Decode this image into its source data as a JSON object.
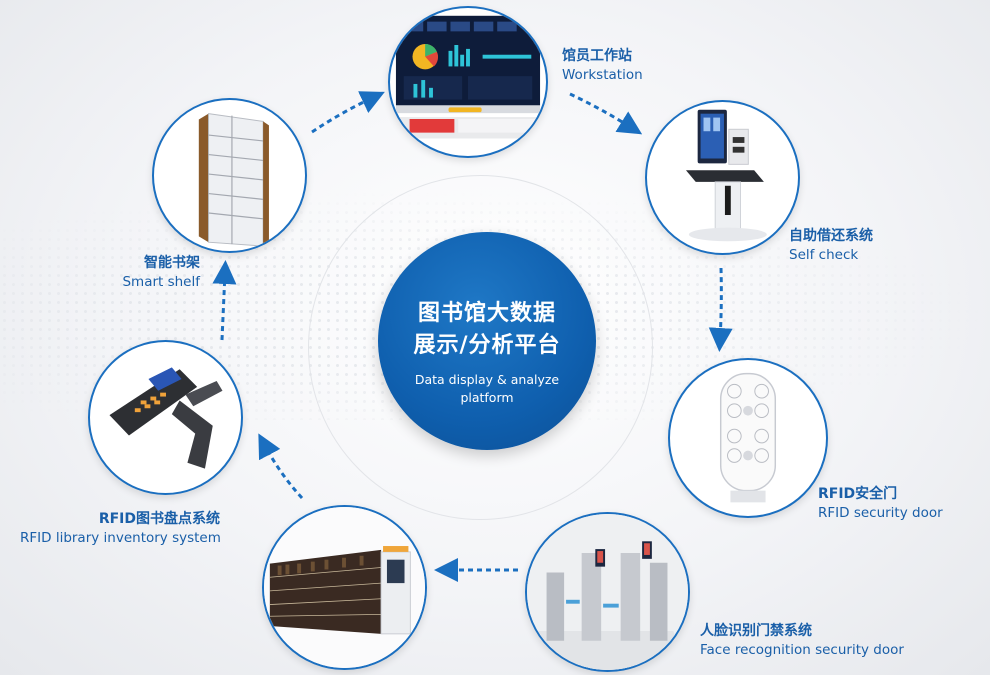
{
  "center": {
    "title_line1": "图书馆大数据",
    "title_line2": "展示/分析平台",
    "subtitle_line1": "Data display & analyze",
    "subtitle_line2": "platform"
  },
  "nodes": {
    "workstation": {
      "zh": "馆员工作站",
      "en": "Workstation"
    },
    "self_check": {
      "zh": "自助借还系统",
      "en": "Self check"
    },
    "security_door": {
      "zh": "RFID安全门",
      "en": "RFID security door"
    },
    "face_recognition": {
      "zh": "人脸识别门禁系统",
      "en": "Face recognition security door"
    },
    "inventory": {
      "zh": "RFID图书盘点系统",
      "en": "RFID library inventory system"
    },
    "smart_shelf": {
      "zh": "智能书架",
      "en": "Smart shelf"
    }
  },
  "colors": {
    "accent": "#1b6fc0",
    "center": "#0f5fae",
    "label": "#1a5fa8"
  }
}
